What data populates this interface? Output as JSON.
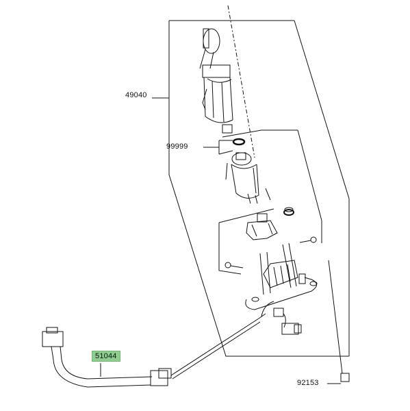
{
  "labels": {
    "assembly": "49040",
    "oring": "99999",
    "harness": "51044",
    "bolt": "92153"
  },
  "colors": {
    "line": "#111111",
    "highlight": "#8ccf8c",
    "background": "#ffffff"
  }
}
